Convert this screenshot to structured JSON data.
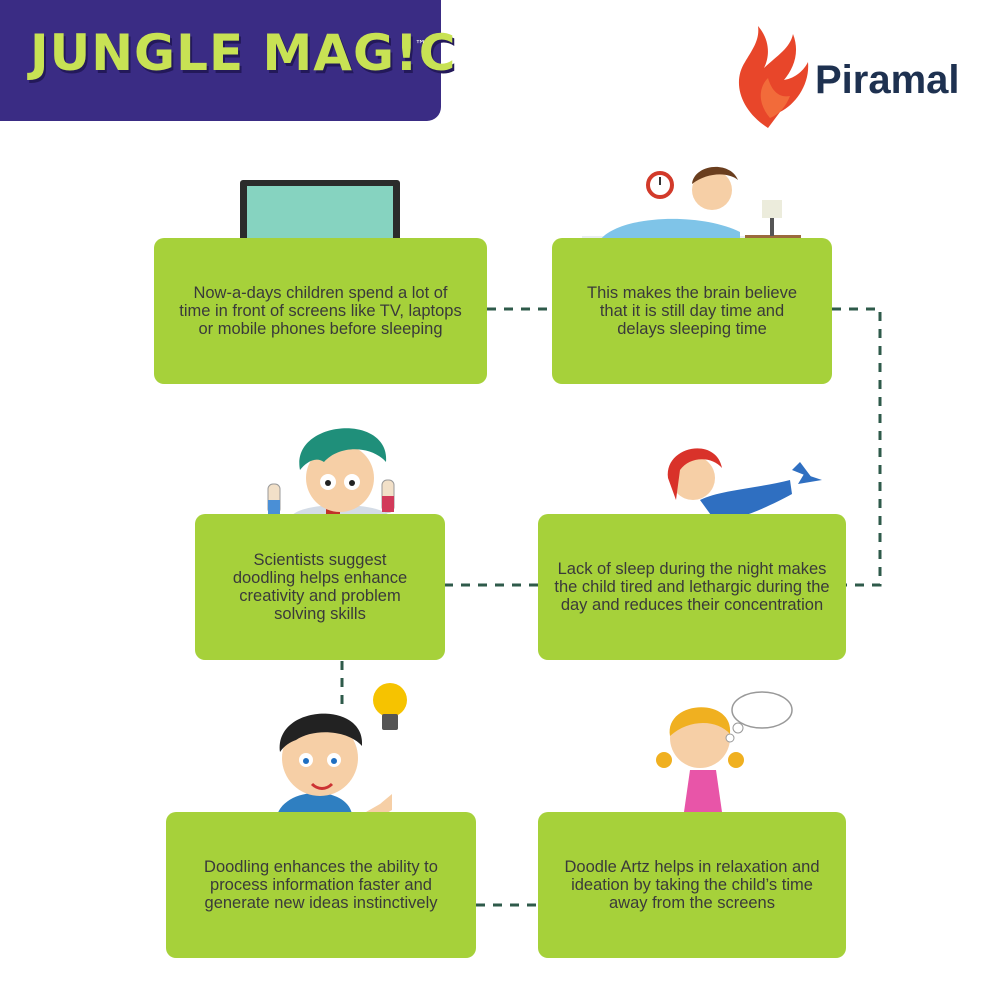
{
  "header": {
    "logo_text": "JUNGLE MAG!C",
    "logo_tm": "™",
    "brand_name": "Piramal"
  },
  "colors": {
    "card_green": "#a6d13a",
    "logo_purple": "#3a2c84",
    "logo_green": "#c8e254",
    "brand_orange": "#e8462a",
    "brand_navy": "#1e3150",
    "connector": "#2e5a4a"
  },
  "steps": [
    {
      "text": "Now-a-days children spend a lot of time in front of screens like TV, laptops or mobile phones before sleeping",
      "icon": "tv-icon"
    },
    {
      "text": "This makes the brain believe that it is still day time and delays sleeping time",
      "icon": "boy-in-bed-icon"
    },
    {
      "text": "Lack of sleep during the night makes the child tired and lethargic during the day and reduces their concentration",
      "icon": "girl-reading-icon"
    },
    {
      "text": "Scientists suggest doodling helps enhance creativity and problem solving skills",
      "icon": "scientist-icon"
    },
    {
      "text": "Doodling enhances the ability to process information faster and generate new ideas instinctively",
      "icon": "boy-with-idea-icon"
    },
    {
      "text": "Doodle Artz helps in relaxation and ideation by taking the child’s time away from the screens",
      "icon": "girl-thinking-icon"
    }
  ]
}
